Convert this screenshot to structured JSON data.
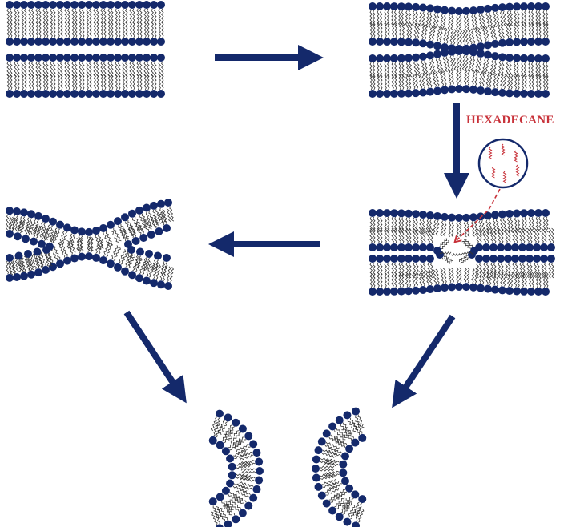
{
  "annotation": {
    "hexadecane_label": "HEXADECANE"
  },
  "colors": {
    "membrane": "#14296b",
    "hexadecane": "#c8323a"
  },
  "stages": [
    "two-separate-bilayers",
    "bilayers-in-contact",
    "hexadecane-assisted-pore",
    "hemifusion-stalk",
    "split-vesicle-halves"
  ]
}
